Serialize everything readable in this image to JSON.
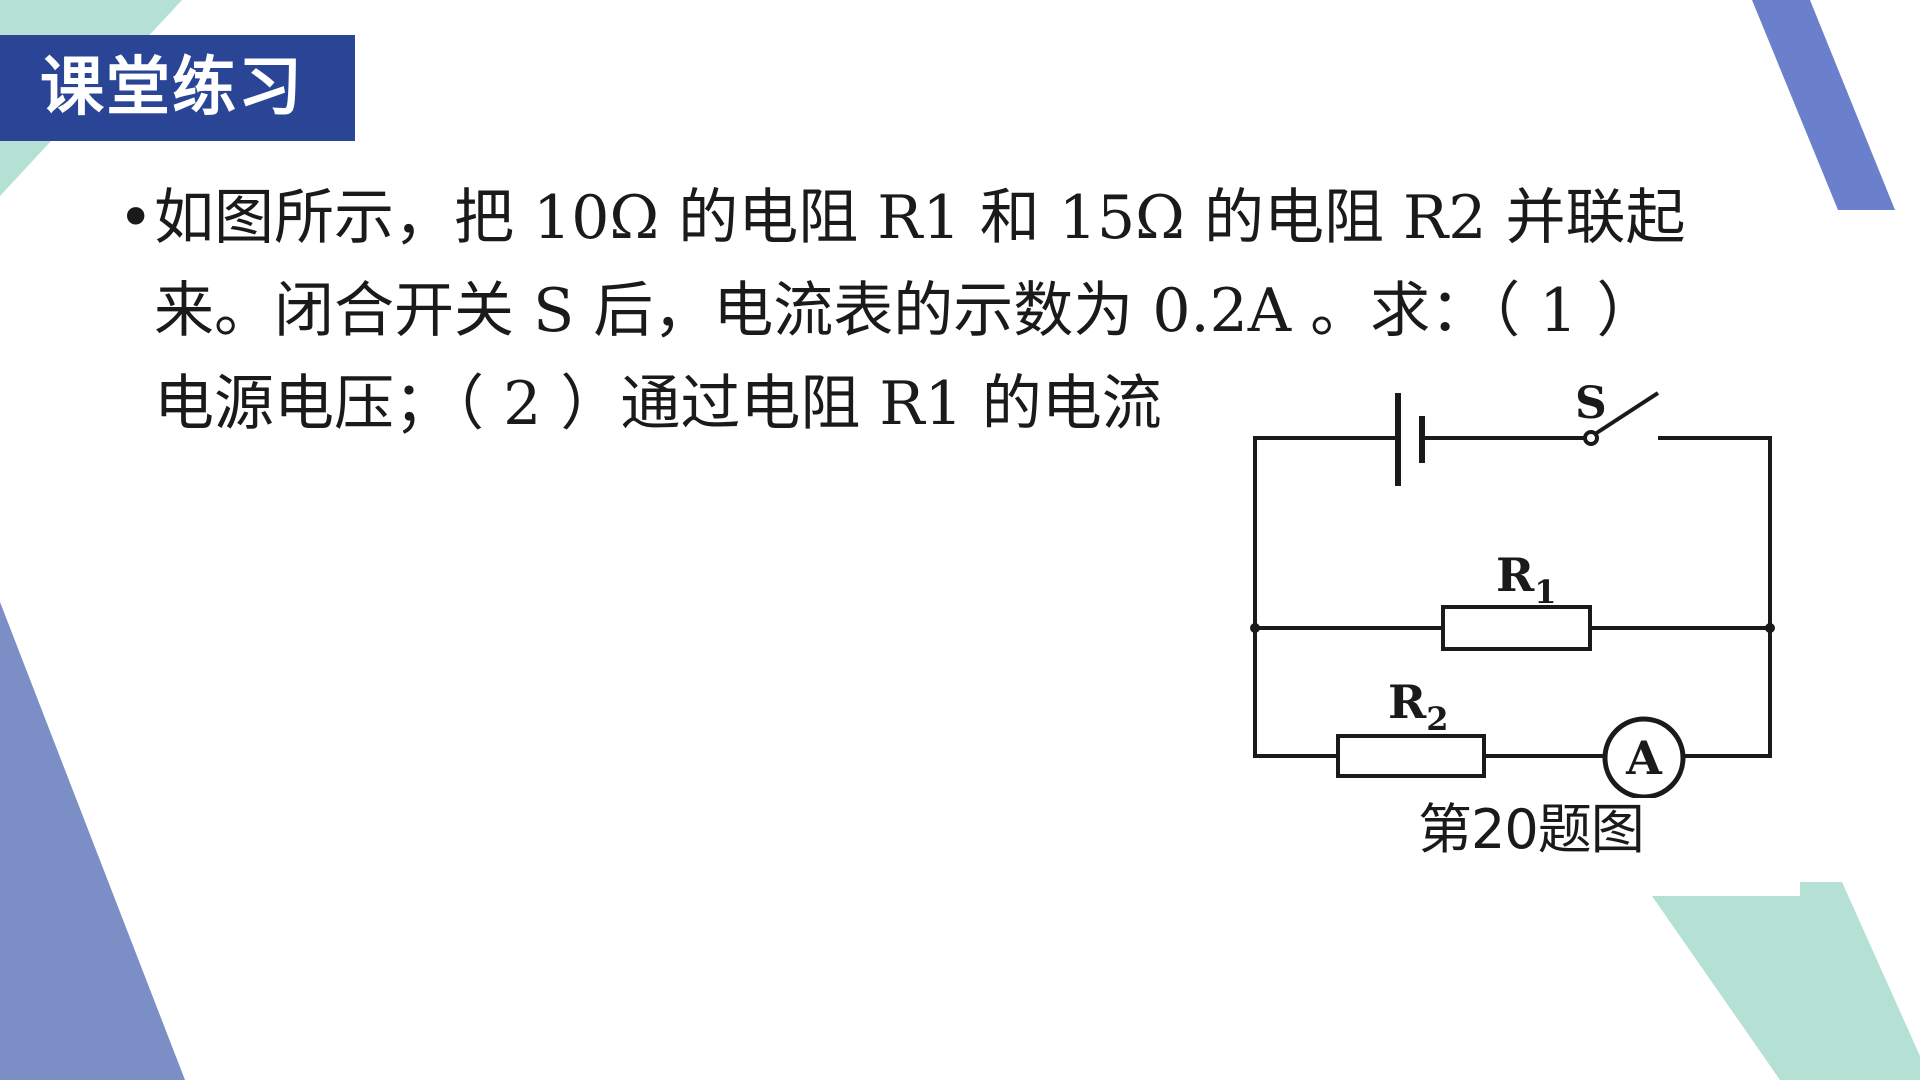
{
  "slide": {
    "title": "课堂练习",
    "bullet": "•",
    "question": {
      "line1": "如图所示，把 10Ω 的电阻 R1 和 15Ω 的电阻 R2 并联起",
      "line2": "来。闭合开关 S 后，电流表的示数为 0.2A 。求：（ 1 ）",
      "line3": "电源电压；（ 2 ）通过电阻 R1 的电流"
    },
    "circuit": {
      "switch_label": "S",
      "r1_label": "R",
      "r1_sub": "1",
      "r2_label": "R",
      "r2_sub": "2",
      "ammeter_label": "A",
      "caption": "第20题图"
    },
    "colors": {
      "dark_blue": "#2b4596",
      "mid_blue": "#6b80cc",
      "steel_blue": "#7b8fc6",
      "mint": "#b5e1d5"
    }
  }
}
